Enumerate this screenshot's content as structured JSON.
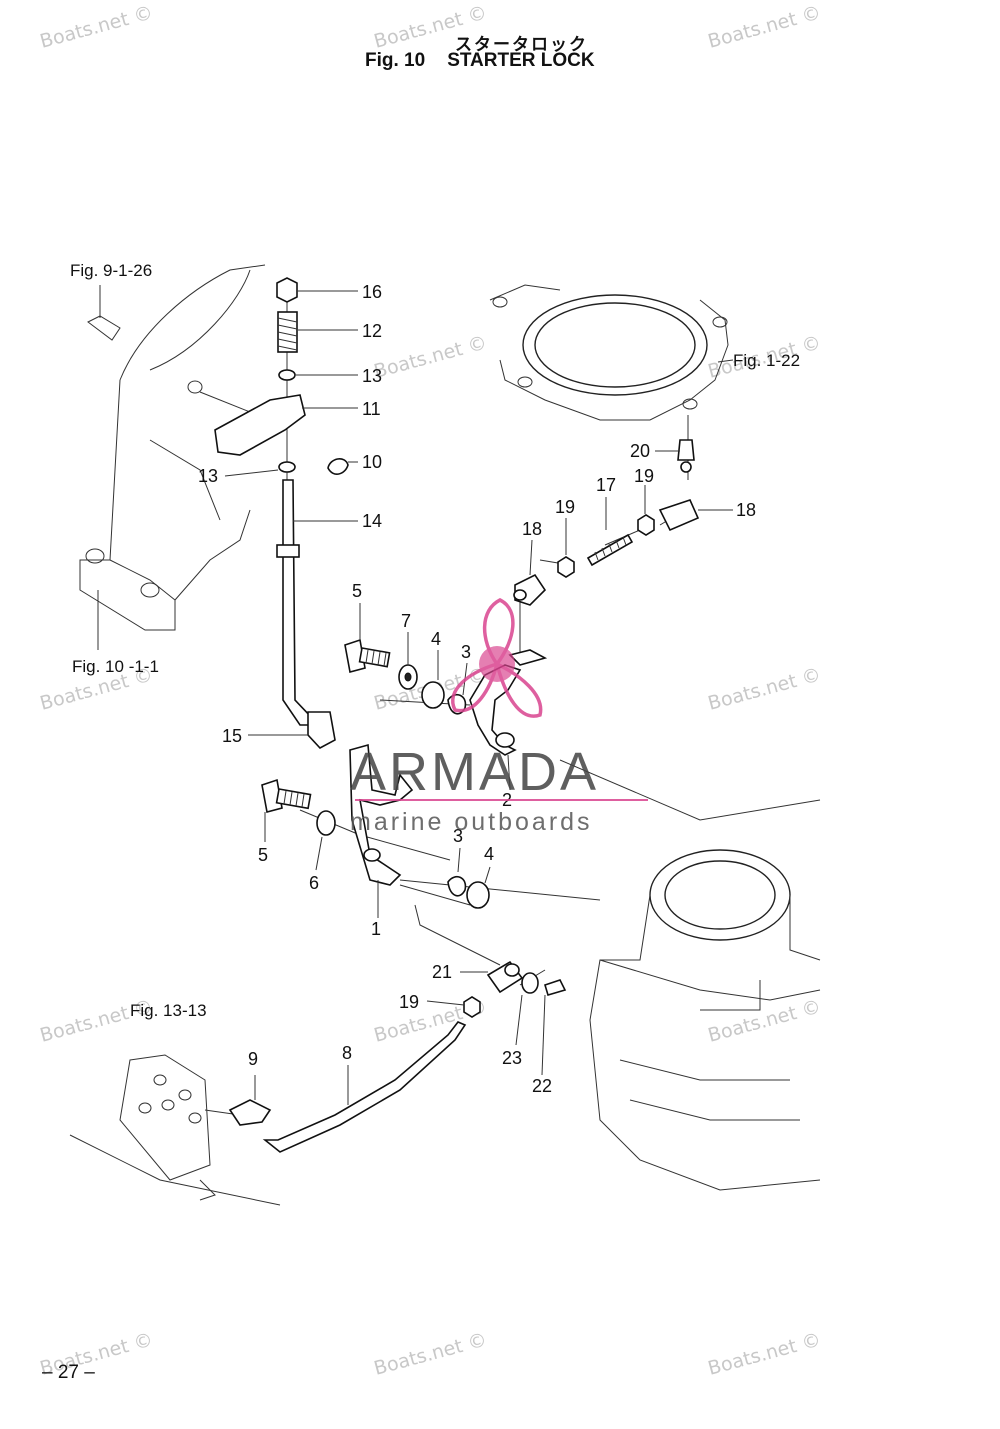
{
  "header": {
    "jp_title": "スタータロック",
    "fig_label": "Fig. 10",
    "fig_name": "STARTER LOCK"
  },
  "references": {
    "fig_9_1_26": "Fig. 9-1-26",
    "fig_1_22": "Fig. 1-22",
    "fig_10_1_1": "Fig. 10 -1-1",
    "fig_13_13": "Fig. 13-13"
  },
  "callouts": {
    "p16": "16",
    "p12": "12",
    "p13a": "13",
    "p11": "11",
    "p10": "10",
    "p13b": "13",
    "p14": "14",
    "p20": "20",
    "p19a": "19",
    "p17": "17",
    "p18a": "18",
    "p19b": "19",
    "p18b": "18",
    "p5a": "5",
    "p7": "7",
    "p4a": "4",
    "p3a": "3",
    "p15": "15",
    "p2": "2",
    "p5b": "5",
    "p6": "6",
    "p3b": "3",
    "p4b": "4",
    "p1": "1",
    "p21": "21",
    "p19c": "19",
    "p23": "23",
    "p22": "22",
    "p9": "9",
    "p8": "8"
  },
  "watermarks": {
    "text": "Boats.net ©"
  },
  "logo": {
    "name": "ARMADA",
    "tagline": "marine outboards",
    "accent_color": "#d9448f"
  },
  "footer": {
    "page_number": "– 27 –"
  }
}
